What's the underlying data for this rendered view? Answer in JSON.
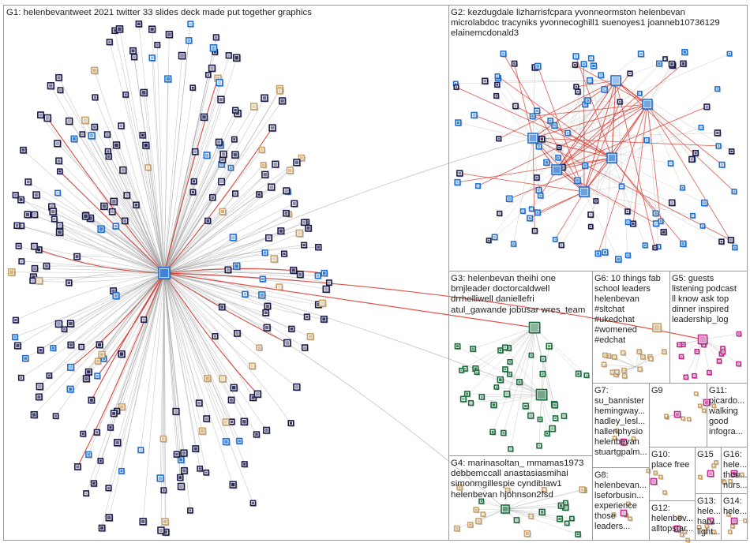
{
  "groups": [
    {
      "id": "g1",
      "label": "G1: helenbevantweet 2021 twitter 33 slides deck made put together graphics"
    },
    {
      "id": "g2",
      "label": "G2: kezdugdale lizharrisfcpara yvonneormston helenbevan\nmicrolabdoc tracyniks yvonnecoghill1 suenoyes1 joanneb10736129\nelainemcdonald3"
    },
    {
      "id": "g3",
      "label": "G3: helenbevan theihi one\nbmjleader doctorcaldwell\ndrrhelliwell daniellefri\natul_gawande jobusar wres_team"
    },
    {
      "id": "g4",
      "label": "G4: marinasoltan_ mmamas1973\ndebbemccall anastasiasmihai\nsimonmgillespie cyndiblaw1\nhelenbevan hjohnson2fsd"
    },
    {
      "id": "g5",
      "label": "G5: guests\nlistening podcast\nll know ask top\ndinner inspired\nleadership_log"
    },
    {
      "id": "g6",
      "label": "G6: 10 things fab\nschool leaders\nhelenbevan\n#sltchat\n#ukedchat\n#womened\n#edchat"
    },
    {
      "id": "g7",
      "label": "G7:\nsu_bannister\nhemingway...\nhadley_lesl...\nhallenphysio\nhelenbevan\nstuartgpalm..."
    },
    {
      "id": "g8",
      "label": "G8:\nhelenbevan...\nlseforbusin...\nexperience\nthose\nleaders..."
    },
    {
      "id": "g9",
      "label": "G9"
    },
    {
      "id": "g10",
      "label": "G10:\nplace free"
    },
    {
      "id": "g11",
      "label": "G11:\npicardo...\nwalking\ngood\ninfogra..."
    },
    {
      "id": "g12",
      "label": "G12:\nhelenbev...\nalltopstar..."
    },
    {
      "id": "g13",
      "label": "G13:\nhele...\nharv...\nlight..."
    },
    {
      "id": "g14",
      "label": "G14:\nhele..."
    },
    {
      "id": "g15",
      "label": "G15"
    },
    {
      "id": "g16",
      "label": "G16:\nhele...\nthou...\nnurs..."
    }
  ],
  "colors": {
    "border": "#9a9a9a",
    "edge_gray": "#9b9b9b",
    "edge_red": "#d9342b",
    "node_dark": "#1b1b4a",
    "node_blue": "#1f6fd1",
    "node_green": "#1a6b3c",
    "node_tan": "#c8a26a",
    "node_pink": "#c0278a",
    "label": "#222222"
  },
  "icons": {
    "node": "node-avatar-icon",
    "hub": "hub-avatar-icon"
  }
}
